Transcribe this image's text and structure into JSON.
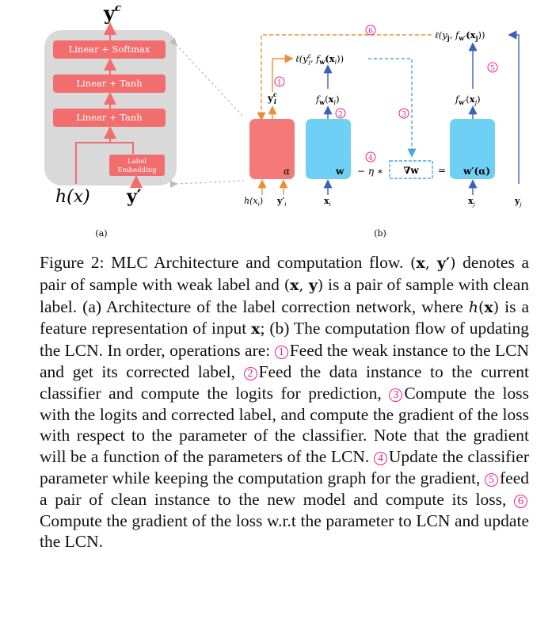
{
  "panel_a": {
    "output_label": "y",
    "output_sup": "c",
    "layers": [
      "Linear + Softmax",
      "Linear + Tanh",
      "Linear + Tanh"
    ],
    "label_embedding": [
      "Label",
      "Embedding"
    ],
    "input_h": "h(x)",
    "input_y": "y′",
    "sub_caption": "(a)"
  },
  "panel_b": {
    "step_markers": [
      "①",
      "②",
      "③",
      "④",
      "⑤",
      "⑥"
    ],
    "loss_weak": "ℓ(y",
    "loss_weak_rest": ", f",
    "loss_weak_end": "(x",
    "loss_clean": "ℓ(y",
    "loss_clean_rest": ", f",
    "loss_clean_end": "(x",
    "lcn_output": "y",
    "alpha": "α",
    "w": "w",
    "update_op": "− η ∗",
    "grad": "∇w",
    "equals": "=",
    "w_prime": "w′(α)",
    "f_w": "f",
    "f_w_prime": "f",
    "input_hx": "h(x",
    "input_yi": "y′",
    "input_xi": "x",
    "input_xj": "x",
    "input_yj": "y",
    "sub_caption": "(b)"
  },
  "caption": {
    "label": "Figure 2:",
    "t1": "MLC Architecture and computation flow.",
    "t2": "denotes a pair of sample with weak label and",
    "t3": "is a pair of sample with clean label. (a) Architecture of the label correction network, where",
    "t4": "is a feature representation of input",
    "t5": "; (b) The computation flow of updating the LCN. In order, operations are:",
    "s1_num": "1",
    "s1": "Feed the weak instance to the LCN and get its corrected label,",
    "s2_num": "2",
    "s2": "Feed the data instance to the current classifier and compute the logits for prediction,",
    "s3_num": "3",
    "s3": "Compute the loss with the logits and corrected label, and compute the gradient of the loss with respect to the parameter of the classifier. Note that the gradient will be a function of the parameters of the LCN.",
    "s4_num": "4",
    "s4": "Update the classifier parameter while keeping the computation graph for the gradient,",
    "s5_num": "5",
    "s5": "feed a pair of clean instance to the new model and compute its loss,",
    "s6_num": "6",
    "s6": "Compute the gradient of the loss w.r.t the parameter to LCN and update the LCN."
  },
  "colors": {
    "layer_fill": "#f26d6d",
    "panel_bg": "#d9d9d9",
    "lcn_block": "#f47a7a",
    "classifier_block": "#6fd0f5",
    "orange_arrow": "#e8913a",
    "blue_arrow": "#3a62b8",
    "dashed_blue": "#4aa7e0",
    "marker_pink": "#e8208c"
  }
}
